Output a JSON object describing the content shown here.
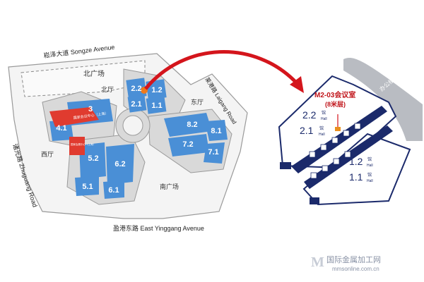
{
  "roads": {
    "north": "崧泽大道 Songze Avenue",
    "east": "莱港路 Laigang Road",
    "west": "诸光路 Zhuguang Road",
    "south": "盈港东路 East Yinggang Avenue"
  },
  "areas": {
    "north_plaza": "北广场",
    "north_hall": "北厅",
    "east_hall": "东厅",
    "west_hall": "西厅",
    "south_plaza": "南广场",
    "center_sign": "国家会议中心（上海）",
    "west_sign": "国家会展中心（上海）"
  },
  "halls": {
    "h22": "2.2",
    "h12": "1.2",
    "h21": "2.1",
    "h11": "1.1",
    "h3": "3",
    "h41": "4.1",
    "h82": "8.2",
    "h81": "8.1",
    "h72": "7.2",
    "h71": "7.1",
    "h52": "5.2",
    "h62": "6.2",
    "h51": "5.1",
    "h61": "6.1"
  },
  "detail": {
    "room_line1": "M2-03会议室",
    "room_line2": "(8米层)",
    "office": "办公楼B",
    "hall22_num": "2.2",
    "hall21_num": "2.1",
    "hall12_num": "1.2",
    "hall11_num": "1.1",
    "guan": "馆",
    "hall_en": "Hall"
  },
  "watermark": {
    "cn": "国际金属加工网",
    "url": "mmsonline.com.cn"
  },
  "colors": {
    "hall_blue": "#4a8fd6",
    "hall_dark": "#2f6fb9",
    "highlight_red": "#e03b2f",
    "navy": "#1b2a6b",
    "arrow_red": "#d4151c"
  }
}
